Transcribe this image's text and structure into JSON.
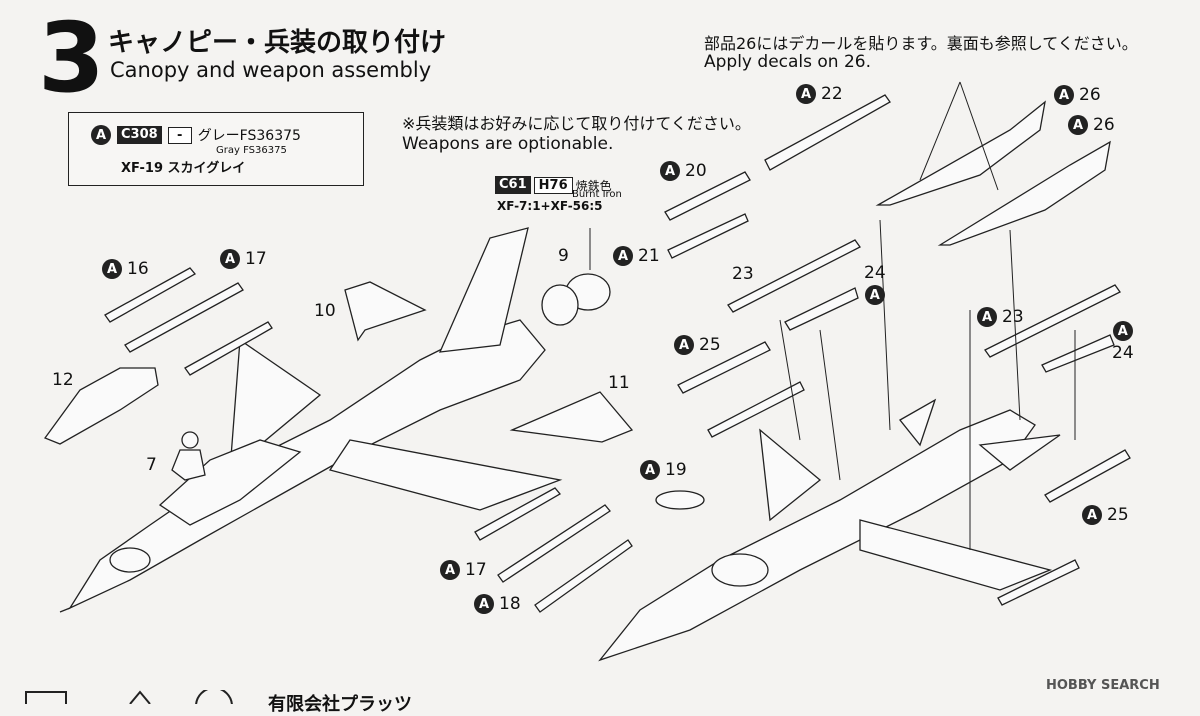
{
  "step": {
    "number": "3",
    "title_jp": "キャノピー・兵装の取り付け",
    "title_en": "Canopy and weapon assembly"
  },
  "notes": {
    "decal_jp": "部品26にはデカールを貼ります。裏面も参照してください。",
    "decal_en": "Apply decals on 26.",
    "weapons_jp": "※兵装類はお好みに応じて取り付けてください。",
    "weapons_en": "Weapons are optionable."
  },
  "color_gray": {
    "marker": "A",
    "code_dark": "C308",
    "code_light": "-",
    "name_jp": "グレーFS36375",
    "name_en": "Gray FS36375",
    "mix": "XF-19 スカイグレイ"
  },
  "color_iron": {
    "code_dark": "C61",
    "code_light": "H76",
    "name_jp": "焼鉄色",
    "name_en": "Burnt Iron",
    "mix": "XF-7:1+XF-56:5"
  },
  "parts": {
    "p16": "16",
    "p17a": "17",
    "p10": "10",
    "p9": "9",
    "p12": "12",
    "p7": "7",
    "p11": "11",
    "p17b": "17",
    "p18": "18",
    "p22": "22",
    "p20": "20",
    "p21": "21",
    "p23a": "23",
    "p24a": "24",
    "p25a": "25",
    "p19": "19",
    "p26a": "26",
    "p26b": "26",
    "p23b": "23",
    "p24b": "24",
    "p25b": "25"
  },
  "marker": "A",
  "footer": {
    "company": "有限会社プラッツ"
  },
  "watermark": "HOBBY SEARCH",
  "colors": {
    "background": "#f4f3f1",
    "ink": "#222222"
  }
}
